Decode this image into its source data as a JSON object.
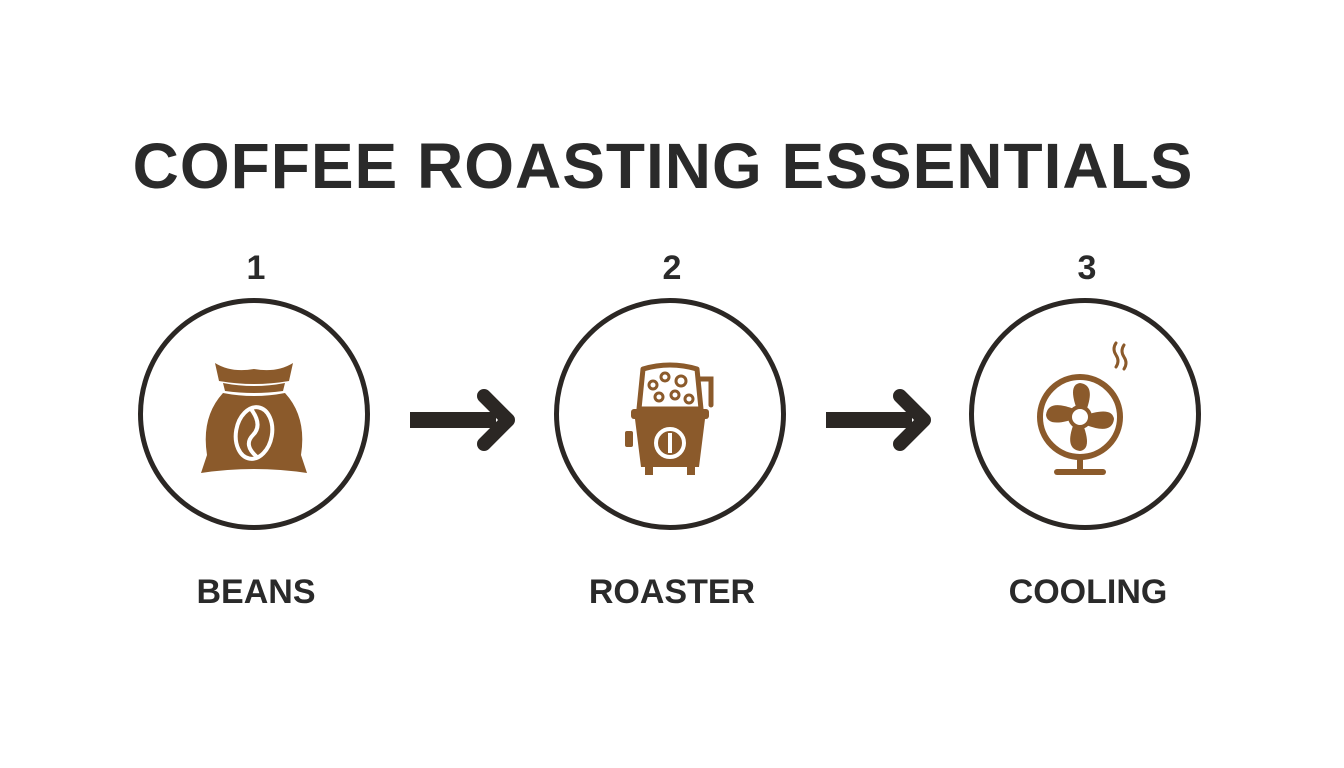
{
  "title": "COFFEE ROASTING ESSENTIALS",
  "accent_color": "#8b5a2b",
  "outline_color": "#2b2724",
  "steps": [
    {
      "number": "1",
      "label": "BEANS",
      "icon": "coffee-bean-bag-icon"
    },
    {
      "number": "2",
      "label": "ROASTER",
      "icon": "coffee-roaster-icon"
    },
    {
      "number": "3",
      "label": "COOLING",
      "icon": "cooling-fan-icon"
    }
  ],
  "connector_icon": "arrow-right-icon"
}
